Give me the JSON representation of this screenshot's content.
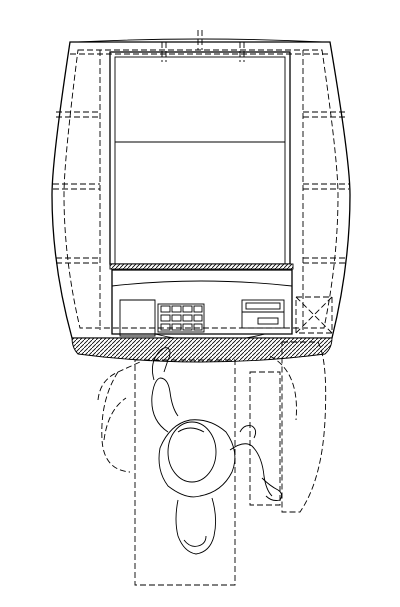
{
  "figure": {
    "line_color": "#000000",
    "background_color": "#ffffff",
    "style": "patent line drawing, top view",
    "parts": [
      "kiosk-housing",
      "display-panel",
      "control-panel",
      "keypad",
      "card-reader",
      "user-figure",
      "dashed-clearance-zones"
    ]
  }
}
